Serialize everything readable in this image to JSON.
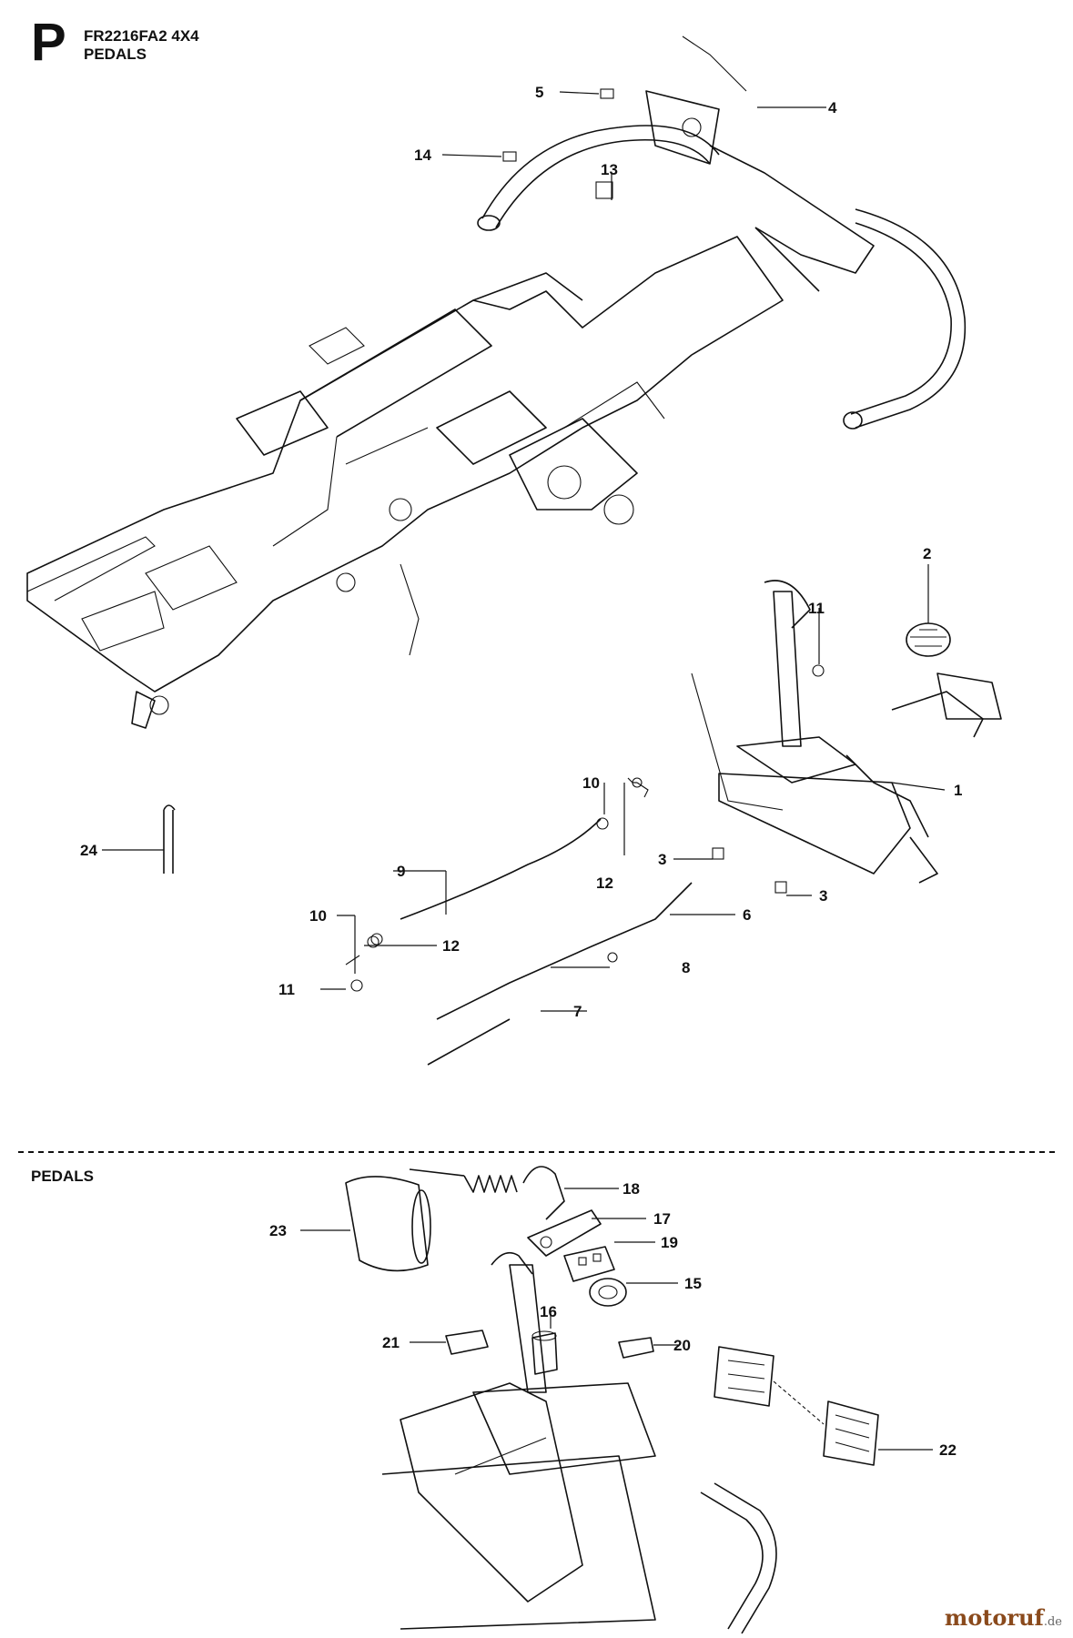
{
  "header": {
    "section_letter": "P",
    "model": "FR2216FA2 4X4",
    "title": "PEDALS"
  },
  "detail_header": "PEDALS",
  "watermark": {
    "brand": "motoruf",
    "suffix": ".de"
  },
  "callouts": {
    "n1": "1",
    "n2": "2",
    "n3a": "3",
    "n3b": "3",
    "n4": "4",
    "n5": "5",
    "n6": "6",
    "n7": "7",
    "n8": "8",
    "n9": "9",
    "n10a": "10",
    "n10b": "10",
    "n11a": "11",
    "n11b": "11",
    "n12a": "12",
    "n12b": "12",
    "n13": "13",
    "n14": "14",
    "n15": "15",
    "n16": "16",
    "n17": "17",
    "n18": "18",
    "n19": "19",
    "n20": "20",
    "n21": "21",
    "n22": "22",
    "n23": "23",
    "n24": "24"
  }
}
